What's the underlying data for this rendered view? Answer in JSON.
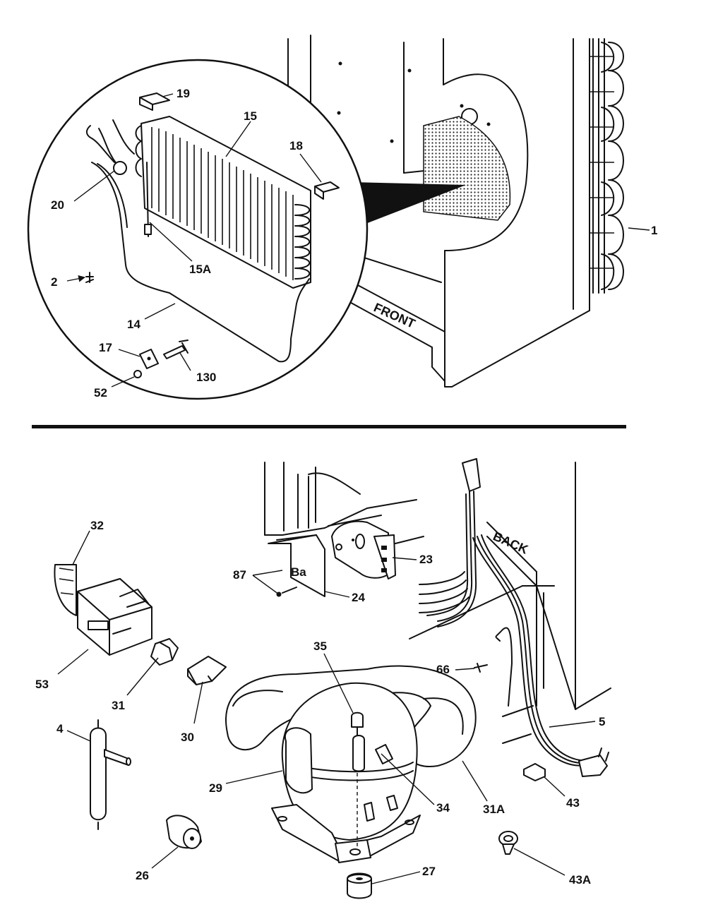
{
  "top_panel": {
    "labels": {
      "l19": "19",
      "l15": "15",
      "l18": "18",
      "l20": "20",
      "l15a": "15A",
      "l2": "2",
      "l14": "14",
      "l17": "17",
      "l130": "130",
      "l52": "52",
      "l1": "1"
    },
    "front_text": "FRONT"
  },
  "bottom_panel": {
    "labels": {
      "l32": "32",
      "l53": "53",
      "l31": "31",
      "l30": "30",
      "l4": "4",
      "l29": "29",
      "l26": "26",
      "l35": "35",
      "l34": "34",
      "l27": "27",
      "l31a": "31A",
      "l87": "87",
      "l24": "24",
      "l23": "23",
      "l66": "66",
      "l5": "5",
      "l43": "43",
      "l43a": "43A"
    },
    "back_text": "BACK"
  }
}
